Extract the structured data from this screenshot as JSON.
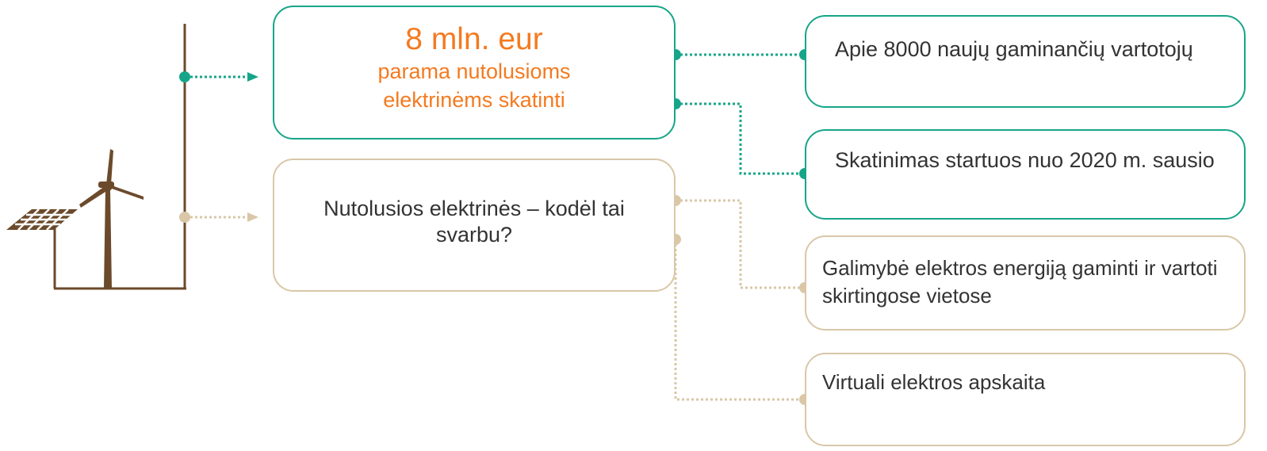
{
  "colors": {
    "teal": "#17a589",
    "tan": "#d9c7a7",
    "orange": "#f47a20",
    "brown": "#6b4a2b",
    "text": "#333333"
  },
  "icons": [
    "solar-panel-icon",
    "wind-turbine-icon"
  ],
  "main_box": {
    "amount": "8 mln. eur",
    "subtitle_line1": "parama nutolusioms",
    "subtitle_line2": "elektrinėms skatinti"
  },
  "question_box": {
    "text": "Nutolusios elektrinės – kodėl tai svarbu?"
  },
  "right_boxes": [
    {
      "text": "Apie 8000 naujų gaminančių vartotojų"
    },
    {
      "text": "Skatinimas startuos nuo 2020 m. sausio"
    },
    {
      "text": "Galimybė elektros energiją gaminti ir vartoti skirtingose vietose"
    },
    {
      "text": "Virtuali elektros apskaita"
    }
  ]
}
